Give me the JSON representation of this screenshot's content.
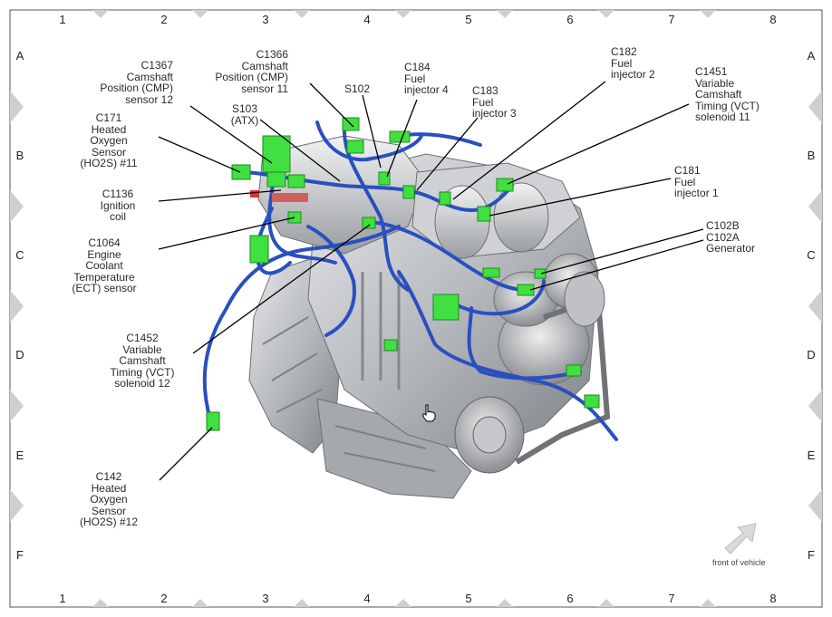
{
  "grid": {
    "columns": [
      "1",
      "2",
      "3",
      "4",
      "5",
      "6",
      "7",
      "8"
    ],
    "rows": [
      "A",
      "B",
      "C",
      "D",
      "E",
      "F"
    ]
  },
  "labels": {
    "c1367": [
      "C1367",
      "Camshaft",
      "Position (CMP)",
      "sensor 12"
    ],
    "c1366": [
      "C1366",
      "Camshaft",
      "Position (CMP)",
      "sensor 11"
    ],
    "c171": [
      "C171",
      "Heated",
      "Oxygen",
      "Sensor",
      "(HO2S) #11"
    ],
    "s103": [
      "S103",
      "(ATX)"
    ],
    "s102": [
      "S102"
    ],
    "c184": [
      "C184",
      "Fuel",
      "injector 4"
    ],
    "c183": [
      "C183",
      "Fuel",
      "injector 3"
    ],
    "c182": [
      "C182",
      "Fuel",
      "injector 2"
    ],
    "c1451": [
      "C1451",
      "Variable",
      "Camshaft",
      "Timing (VCT)",
      "solenoid 11"
    ],
    "c181": [
      "C181",
      "Fuel",
      "injector 1"
    ],
    "c1136": [
      "C1136",
      "Ignition",
      "coil"
    ],
    "c1064": [
      "C1064",
      "Engine",
      "Coolant",
      "Temperature",
      "(ECT) sensor"
    ],
    "c102": [
      "C102B",
      "C102A",
      "Generator"
    ],
    "c1452": [
      "C1452",
      "Variable",
      "Camshaft",
      "Timing (VCT)",
      "solenoid 12"
    ],
    "c142": [
      "C142",
      "Heated",
      "Oxygen",
      "Sensor",
      "(HO2S) #12"
    ]
  },
  "front_label": "front of vehicle",
  "colors": {
    "harness": "#2a4fbf",
    "connector": "#3fe03f",
    "engine": "#b9bcc0"
  }
}
